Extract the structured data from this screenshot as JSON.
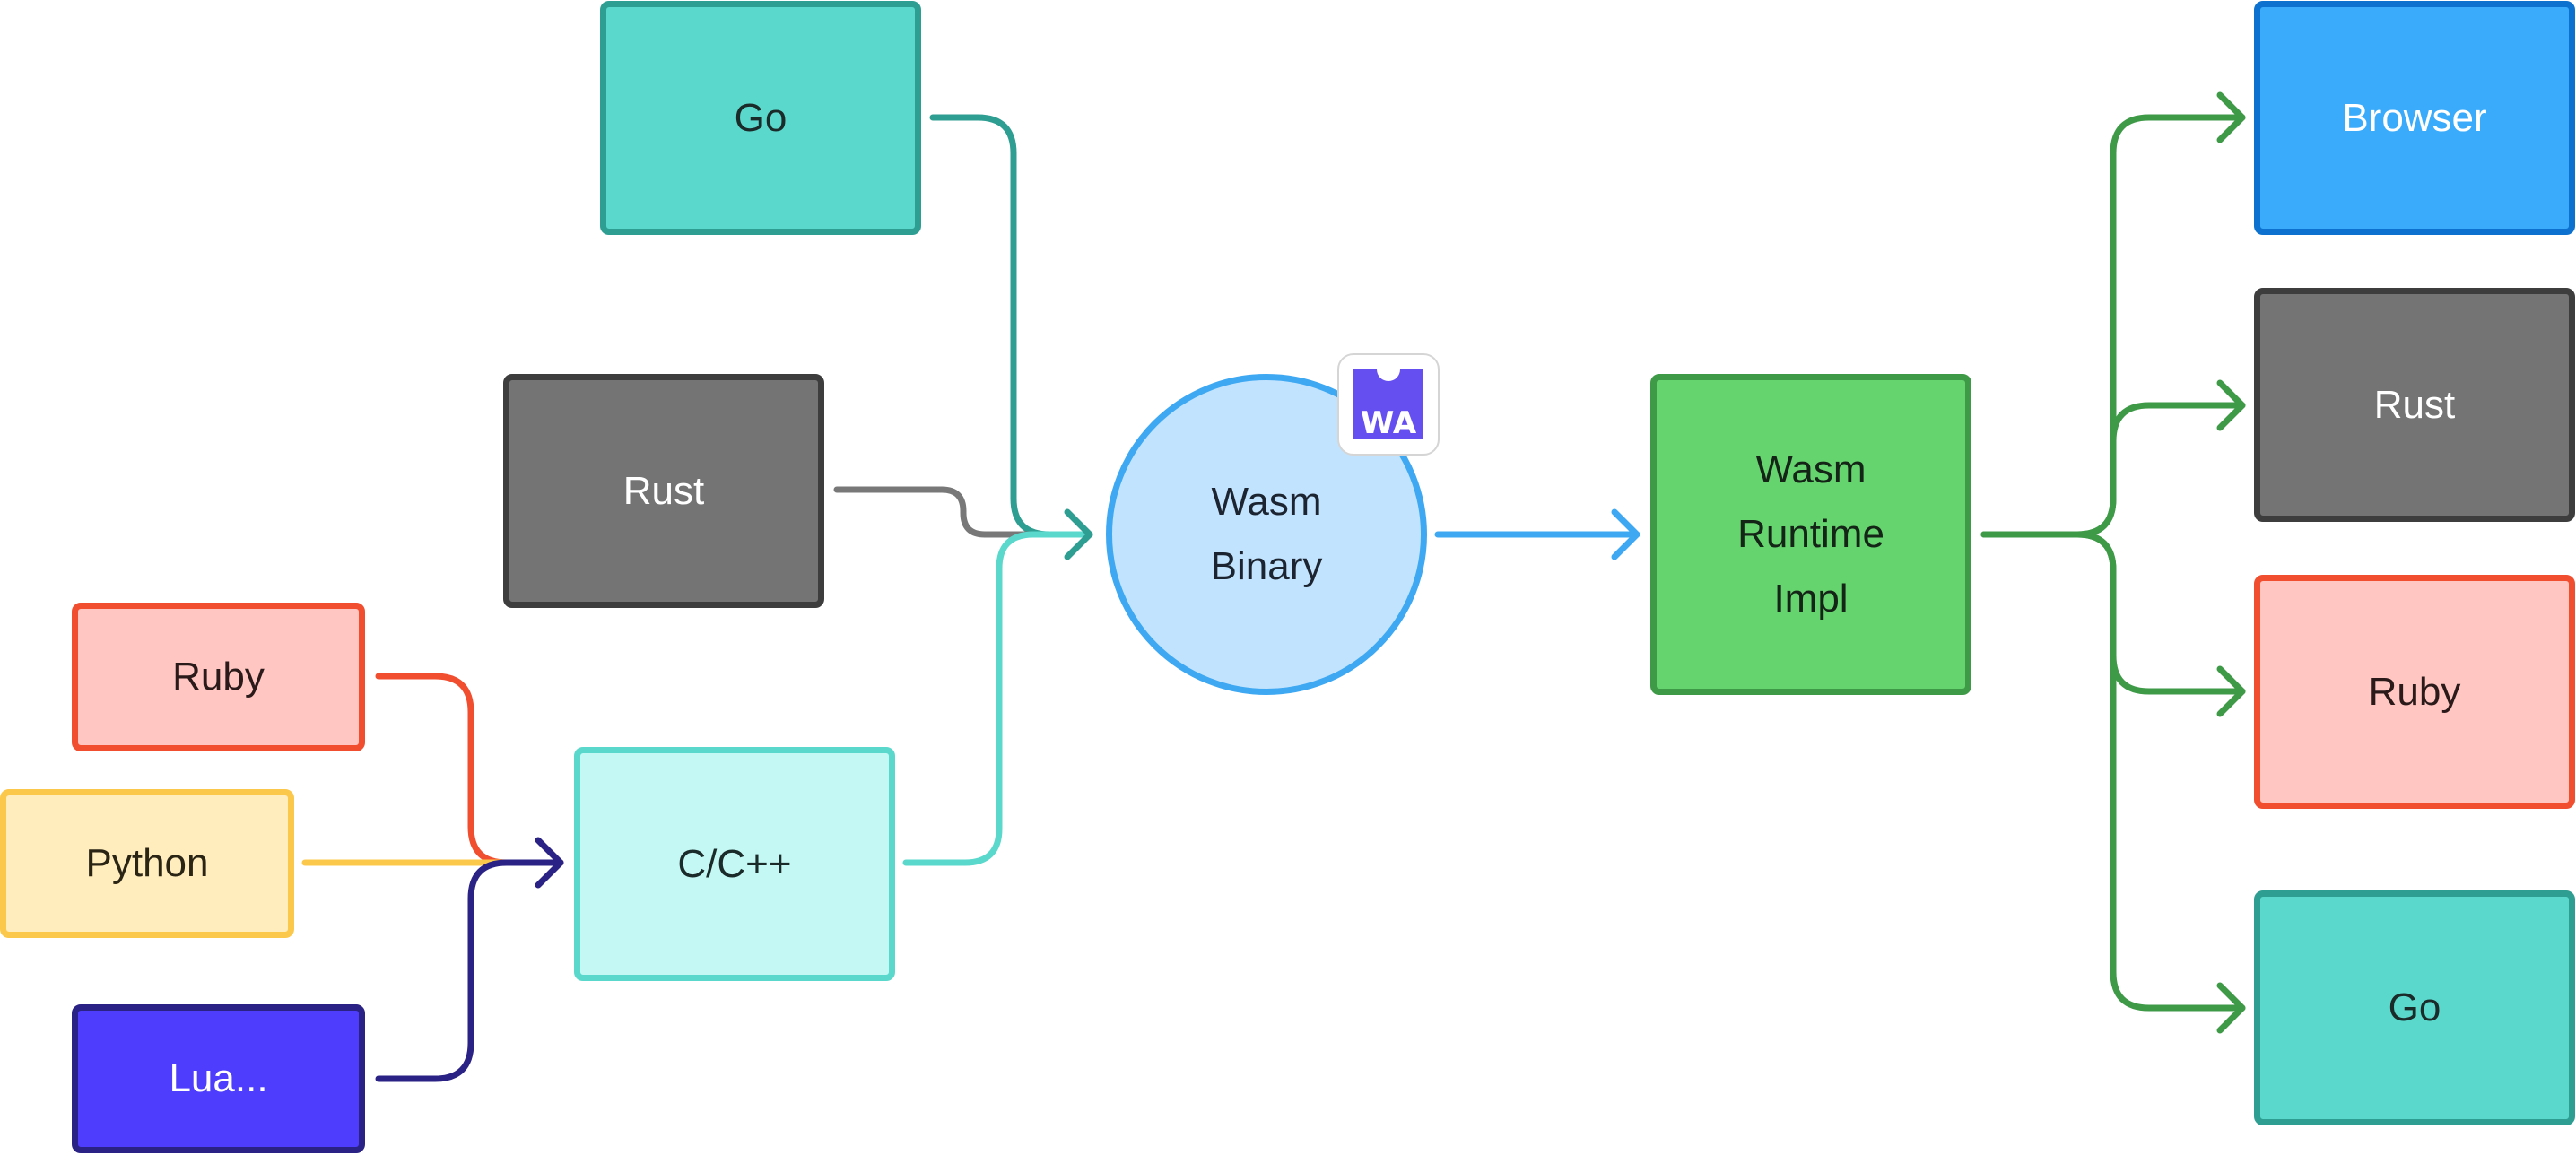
{
  "sources": {
    "go": "Go",
    "rust": "Rust",
    "cpp": "C/C++",
    "ruby": "Ruby",
    "python": "Python",
    "lua": "Lua..."
  },
  "binary": {
    "line1": "Wasm",
    "line2": "Binary",
    "badge_icon": "webassembly-logo-icon",
    "badge_text": "WA"
  },
  "runtime": {
    "line1": "Wasm",
    "line2": "Runtime",
    "line3": "Impl"
  },
  "targets": {
    "browser": "Browser",
    "rust": "Rust",
    "ruby": "Ruby",
    "go": "Go"
  },
  "colors": {
    "go_fill": "#5ad8cc",
    "go_border": "#2f9e92",
    "rust_fill": "#747474",
    "rust_border": "#3d3d3d",
    "cpp_fill": "#c4f8f4",
    "cpp_border": "#5ad8cc",
    "ruby_fill": "#ffc6c2",
    "ruby_border": "#f04e2f",
    "python_fill": "#ffedbd",
    "python_border": "#fcc84b",
    "lua_fill": "#4e3dfc",
    "lua_border": "#2a2284",
    "binary_fill": "#c2e3fd",
    "binary_border": "#3ea8f2",
    "runtime_fill": "#65d36e",
    "runtime_border": "#3f9a48",
    "browser_fill": "#3aabfb",
    "browser_border": "#0d72cf",
    "badge_purple": "#654ff0"
  }
}
